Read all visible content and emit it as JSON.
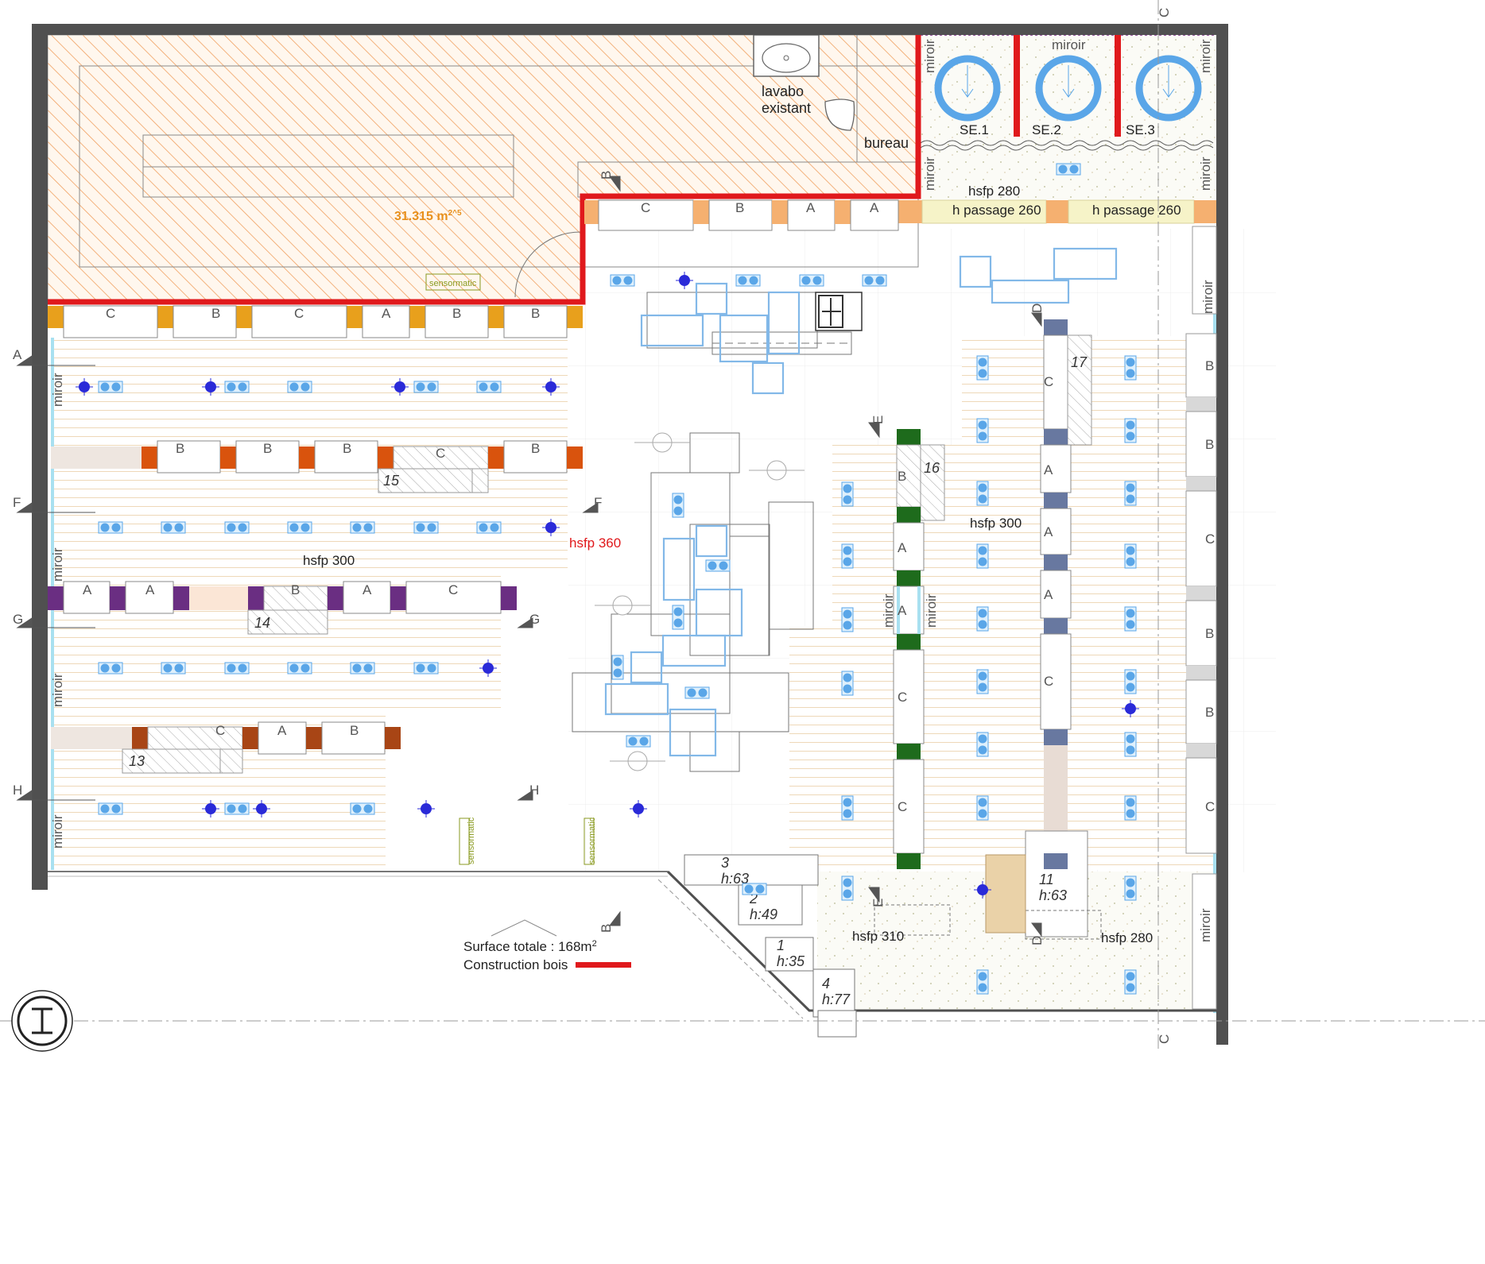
{
  "colors": {
    "wall": "#505050",
    "wood_construction": "#e0191c",
    "storage_hatch": "#f0a060",
    "orange_post": "#e8a01c",
    "row1_post": "#d9530d",
    "row2_post": "#6a2e82",
    "row3_post": "#a84515",
    "row4_post": "#1e6b1c",
    "row5_post": "#6878a0",
    "spot": "#5aa6e8",
    "spot_dark": "#2a2ad8",
    "display_blue": "#82b8e8",
    "sensormatic": "#8a9a20"
  },
  "storage": {
    "area_label": "31.315 m",
    "area_sup": "2^5",
    "lavabo": [
      "lavabo",
      "existant"
    ],
    "bureau": "bureau",
    "sensormatic": "sensormatic"
  },
  "fitting_rooms": [
    {
      "label": "SE.1"
    },
    {
      "label": "SE.2"
    },
    {
      "label": "SE.3"
    }
  ],
  "passages": [
    "h passage 260",
    "h passage 260"
  ],
  "heights": {
    "left_floor": "hsfp 300",
    "center": "hsfp 360",
    "right_floor": "hsfp 300",
    "fitting_area": "hsfp 280",
    "entrance_left": "hsfp 310",
    "entrance_right": "hsfp 280"
  },
  "mirror_label": "miroir",
  "section_markers": [
    "A",
    "B",
    "C",
    "D",
    "E",
    "F",
    "G",
    "H"
  ],
  "wall_modules": {
    "top_left": [
      "C",
      "B",
      "C",
      "A",
      "B",
      "B"
    ],
    "top_right": [
      "C",
      "B",
      "A",
      "A"
    ],
    "row1": [
      "B",
      "B",
      "B",
      "C",
      "B"
    ],
    "row2": [
      "A",
      "A",
      "B",
      "A",
      "C"
    ],
    "row3": [
      "C",
      "A",
      "B"
    ],
    "green_column": [
      "B",
      "A",
      "A",
      "C",
      "C"
    ],
    "slate_column": [
      "C",
      "A",
      "A",
      "A",
      "C"
    ],
    "right_wall": [
      "B",
      "B",
      "C",
      "B",
      "B",
      "C"
    ]
  },
  "tables": [
    {
      "num": "13"
    },
    {
      "num": "14"
    },
    {
      "num": "15"
    },
    {
      "num": "16"
    },
    {
      "num": "17"
    }
  ],
  "counters": [
    {
      "num": "3",
      "h": "h:63"
    },
    {
      "num": "2",
      "h": "h:49"
    },
    {
      "num": "1",
      "h": "h:35"
    },
    {
      "num": "4",
      "h": "h:77"
    },
    {
      "num": "11",
      "h": "h:63"
    }
  ],
  "legend": {
    "surface": "Surface totale : 168m",
    "surface_sup": "2",
    "construction": "Construction bois"
  }
}
